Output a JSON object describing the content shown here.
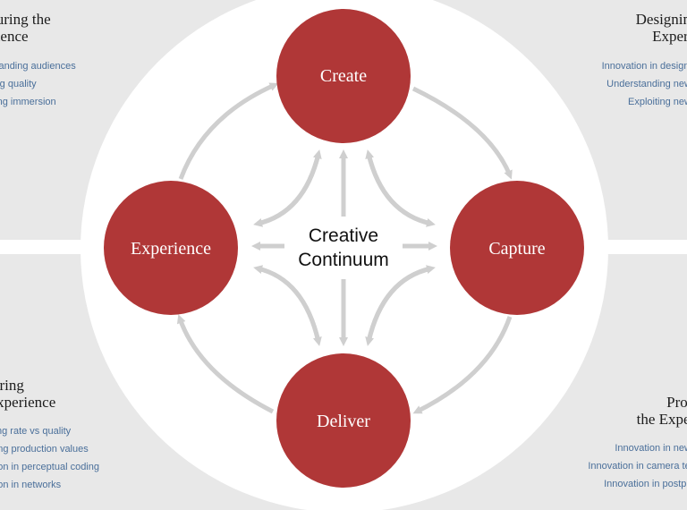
{
  "colors": {
    "node_fill": "#b03737",
    "ring_fill": "#ffffff",
    "arrow": "#cfcfcf",
    "background": "#e8e8e8",
    "list_text": "#4a6f9a"
  },
  "center": {
    "line1": "Creative",
    "line2": "Continuum"
  },
  "nodes": {
    "create": "Create",
    "capture": "Capture",
    "deliver": "Deliver",
    "experience": "Experience"
  },
  "corners": {
    "top_left": {
      "title1": "easuring the",
      "title2": "perience",
      "items": [
        "derstanding audiences",
        "essing quality",
        "ntifying immersion"
      ]
    },
    "top_right": {
      "title1": "Designing th",
      "title2": "Experienc",
      "items": [
        "Innovation in design/creat",
        "Understanding new form",
        "Exploiting new form"
      ]
    },
    "bottom_left": {
      "title1": "livering",
      "title2": "e Experience",
      "items": [
        "imising rate vs quality",
        "serving production values",
        "ovation in perceptual coding",
        "ovation in networks"
      ]
    },
    "bottom_right": {
      "title1": "Produci",
      "title2": "the Experien",
      "items": [
        "Innovation in new form",
        "Innovation in camera technol",
        "Innovation in postproduct"
      ]
    }
  }
}
